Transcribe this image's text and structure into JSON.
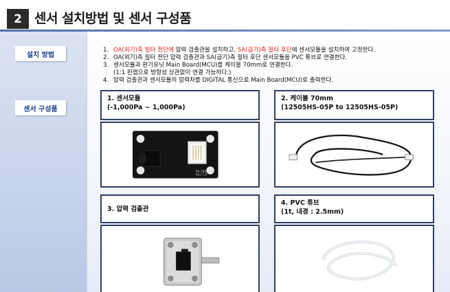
{
  "header": {
    "number": "2",
    "title": "센서 설치방법 및 센서 구성품"
  },
  "sidebar": {
    "install_label": "설치 방법",
    "components_label": "센서 구성품"
  },
  "steps": [
    {
      "num": "1.",
      "red1": "OA(외기)측 필터 전단에",
      "text1": " 압력 검출관을 설치하고, ",
      "red2": "SA(급기)측 필터 후단",
      "text2": "에 센서모듈을 설치하여 고정한다."
    },
    {
      "num": "2.",
      "text": "OA(외기)측 필터 전단 압력 검출관과 SA(급기)측 필터 후단 센서모듈을 PVC 튜브로 연결한다."
    },
    {
      "num": "3.",
      "text": "센서모듈과 환기유닛 Main Board(MCU)를 케이블 70mm로 연결한다.",
      "sub": "(1:1 핀맵으로 방향성 상관없이 연결 가능하다.)"
    },
    {
      "num": "4.",
      "text": "압력 검출관과 센서모듈의 압력차를 DIGITAL 통신으로 Main Board(MCU)로 출력한다."
    }
  ],
  "components": [
    {
      "title": "1. 센서모듈",
      "subtitle": "(-1,000Pa ~ 1,000Pa)"
    },
    {
      "title": "2. 케이블 70mm",
      "subtitle": "(12505HS-05P to 12505HS-05P)"
    },
    {
      "title": "3. 압력 검출관",
      "subtitle": ""
    },
    {
      "title": "4. PVC 튜브",
      "subtitle": "(1t, 내경 : 2.5mm)"
    }
  ],
  "board_print": {
    "line1": "PS-1000",
    "line2": "Rev 1.0"
  },
  "colors": {
    "accent_red": "#e0221c",
    "card_border": "#2f3e5f",
    "label_text": "#1a3e8a",
    "header_box": "#2b2b2b"
  }
}
